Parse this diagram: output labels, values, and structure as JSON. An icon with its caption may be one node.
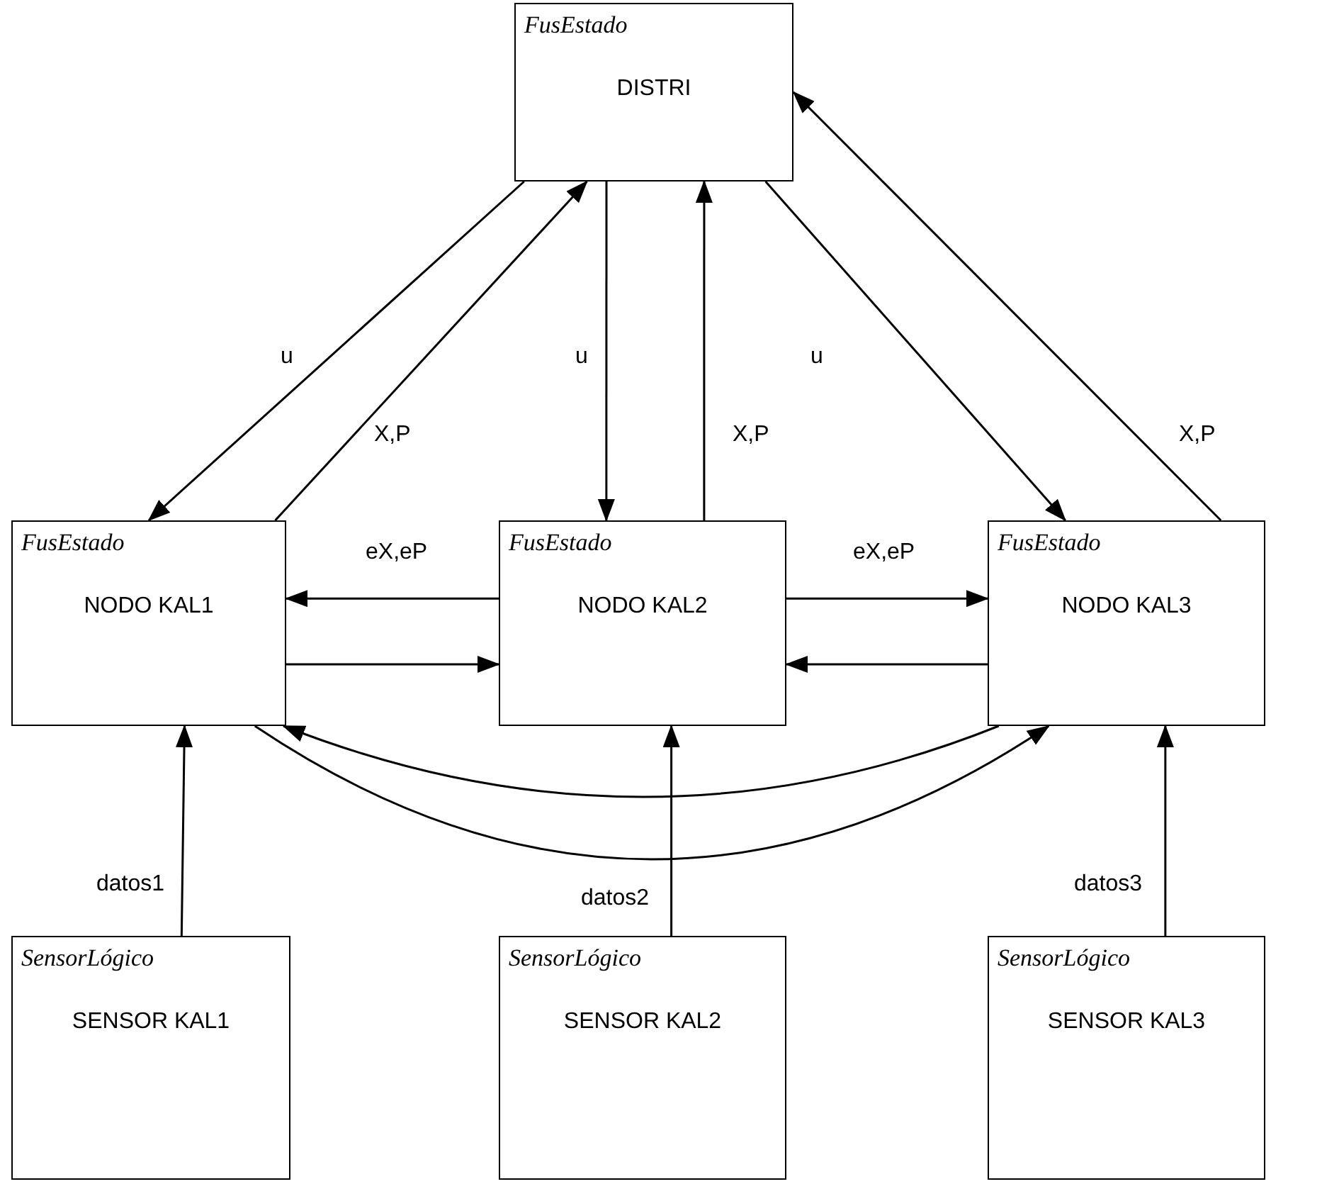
{
  "diagram": {
    "nodes": [
      {
        "text": [
          "FusEstado",
          "DISTRI"
        ]
      },
      {
        "text": [
          "FusEstado",
          "NODO KAL1"
        ]
      },
      {
        "text": [
          "FusEstado",
          "NODO KAL2"
        ]
      },
      {
        "text": [
          "FusEstado",
          "NODO KAL3"
        ]
      },
      {
        "text": [
          "SensorLógico",
          "SENSOR KAL1"
        ]
      },
      {
        "text": [
          "SensorLógico",
          "SENSOR KAL2"
        ]
      },
      {
        "text": [
          "SensorLógico",
          "SENSOR KAL3"
        ]
      }
    ],
    "edges": [
      {
        "from": 0,
        "to": 1,
        "arrow": "to",
        "label": "u"
      },
      {
        "from": 1,
        "to": 0,
        "arrow": "to",
        "label": "X,P"
      },
      {
        "from": 0,
        "to": 2,
        "arrow": "to",
        "label": "u"
      },
      {
        "from": 2,
        "to": 0,
        "arrow": "to",
        "label": "X,P"
      },
      {
        "from": 0,
        "to": 3,
        "arrow": "to",
        "label": "u"
      },
      {
        "from": 3,
        "to": 0,
        "arrow": "to",
        "label": "X,P"
      },
      {
        "from": 2,
        "to": 1,
        "arrow": "to",
        "label": "eX,eP"
      },
      {
        "from": 1,
        "to": 2,
        "arrow": "to"
      },
      {
        "from": 2,
        "to": 3,
        "arrow": "to",
        "label": "eX,eP"
      },
      {
        "from": 3,
        "to": 2,
        "arrow": "to"
      },
      {
        "from": 1,
        "to": 3,
        "arrow": "to"
      },
      {
        "from": 3,
        "to": 1,
        "arrow": "to"
      },
      {
        "from": 4,
        "to": 1,
        "arrow": "to",
        "label": "datos1"
      },
      {
        "from": 5,
        "to": 2,
        "arrow": "to",
        "label": "datos2"
      },
      {
        "from": 6,
        "to": 3,
        "arrow": "to",
        "label": "datos3"
      }
    ]
  }
}
